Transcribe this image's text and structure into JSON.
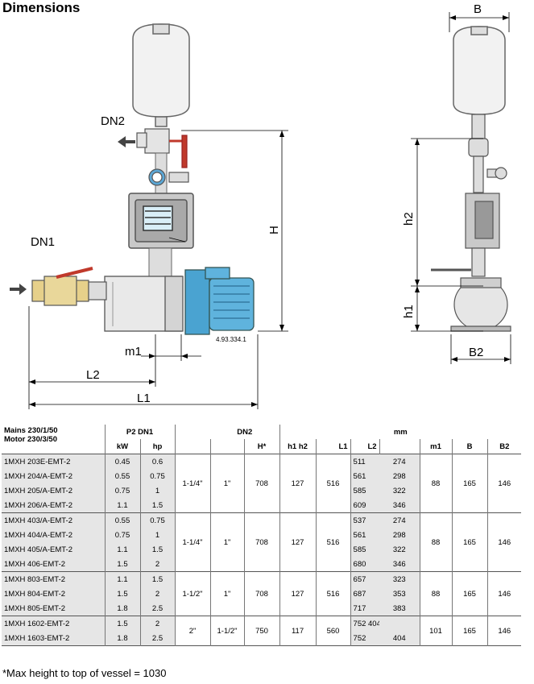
{
  "title": "Dimensions",
  "drawing": {
    "labels": {
      "dn2": "DN2",
      "dn1": "DN1",
      "h": "H",
      "m1": "m1",
      "l2": "L2",
      "l1": "L1",
      "b": "B",
      "h2": "h2",
      "h1": "h1",
      "b2": "B2",
      "part_code": "4.93.334.1"
    }
  },
  "table": {
    "header": {
      "mains": "Mains 230/1/50",
      "motor": "Motor 230/3/50",
      "p2dn1": "P2 DN1",
      "dn2": "DN2",
      "mm": "mm",
      "kw": "kW",
      "hp": "hp",
      "h": "H*",
      "h1h2": "h1 h2",
      "l1": "L1",
      "l2": "L2",
      "m1": "m1",
      "b": "B",
      "b2": "B2"
    },
    "groups": [
      {
        "dn1": "1-1/4\"",
        "dn2": "1\"",
        "h": "708",
        "h1": "127",
        "l1": "516",
        "m1": "88",
        "b": "165",
        "b2": "146",
        "rows": [
          {
            "model": "1MXH 203E-EMT-2",
            "kw": "0.45",
            "hp": "0.6",
            "l2": "511",
            "h2": "274"
          },
          {
            "model": "1MXH 204/A-EMT-2",
            "kw": "0.55",
            "hp": "0.75",
            "l2": "561",
            "h2": "298"
          },
          {
            "model": "1MXH 205/A-EMT-2",
            "kw": "0.75",
            "hp": "1",
            "l2": "585",
            "h2": "322"
          },
          {
            "model": "1MXH 206/A-EMT-2",
            "kw": "1.1",
            "hp": "1.5",
            "l2": "609",
            "h2": "346"
          }
        ]
      },
      {
        "dn1": "1-1/4\"",
        "dn2": "1\"",
        "h": "708",
        "h1": "127",
        "l1": "516",
        "m1": "88",
        "b": "165",
        "b2": "146",
        "rows": [
          {
            "model": "1MXH 403/A-EMT-2",
            "kw": "0.55",
            "hp": "0.75",
            "l2": "537",
            "h2": "274"
          },
          {
            "model": "1MXH 404/A-EMT-2",
            "kw": "0.75",
            "hp": "1",
            "l2": "561",
            "h2": "298"
          },
          {
            "model": "1MXH 405/A-EMT-2",
            "kw": "1.1",
            "hp": "1.5",
            "l2": "585",
            "h2": "322"
          },
          {
            "model": "1MXH 406-EMT-2",
            "kw": "1.5",
            "hp": "2",
            "l2": "680",
            "h2": "346"
          }
        ]
      },
      {
        "dn1": "1-1/2\"",
        "dn2": "1\"",
        "h": "708",
        "h1": "127",
        "l1": "516",
        "m1": "88",
        "b": "165",
        "b2": "146",
        "rows": [
          {
            "model": "1MXH 803-EMT-2",
            "kw": "1.1",
            "hp": "1.5",
            "l2": "657",
            "h2": "323"
          },
          {
            "model": "1MXH 804-EMT-2",
            "kw": "1.5",
            "hp": "2",
            "l2": "687",
            "h2": "353"
          },
          {
            "model": "1MXH 805-EMT-2",
            "kw": "1.8",
            "hp": "2.5",
            "l2": "717",
            "h2": "383"
          }
        ]
      },
      {
        "dn1": "2\"",
        "dn2": "1-1/2\"",
        "h": "750",
        "h1": "117",
        "l1": "560",
        "m1": "101",
        "b": "165",
        "b2": "146",
        "rows": [
          {
            "model": "1MXH 1602-EMT-2",
            "kw": "1.5",
            "hp": "2",
            "l2": "752 404",
            "h2": ""
          },
          {
            "model": "1MXH 1603-EMT-2",
            "kw": "1.8",
            "hp": "2.5",
            "l2": "752",
            "h2": "404"
          }
        ]
      }
    ]
  },
  "footnote": "*Max height to top of vessel = 1030"
}
